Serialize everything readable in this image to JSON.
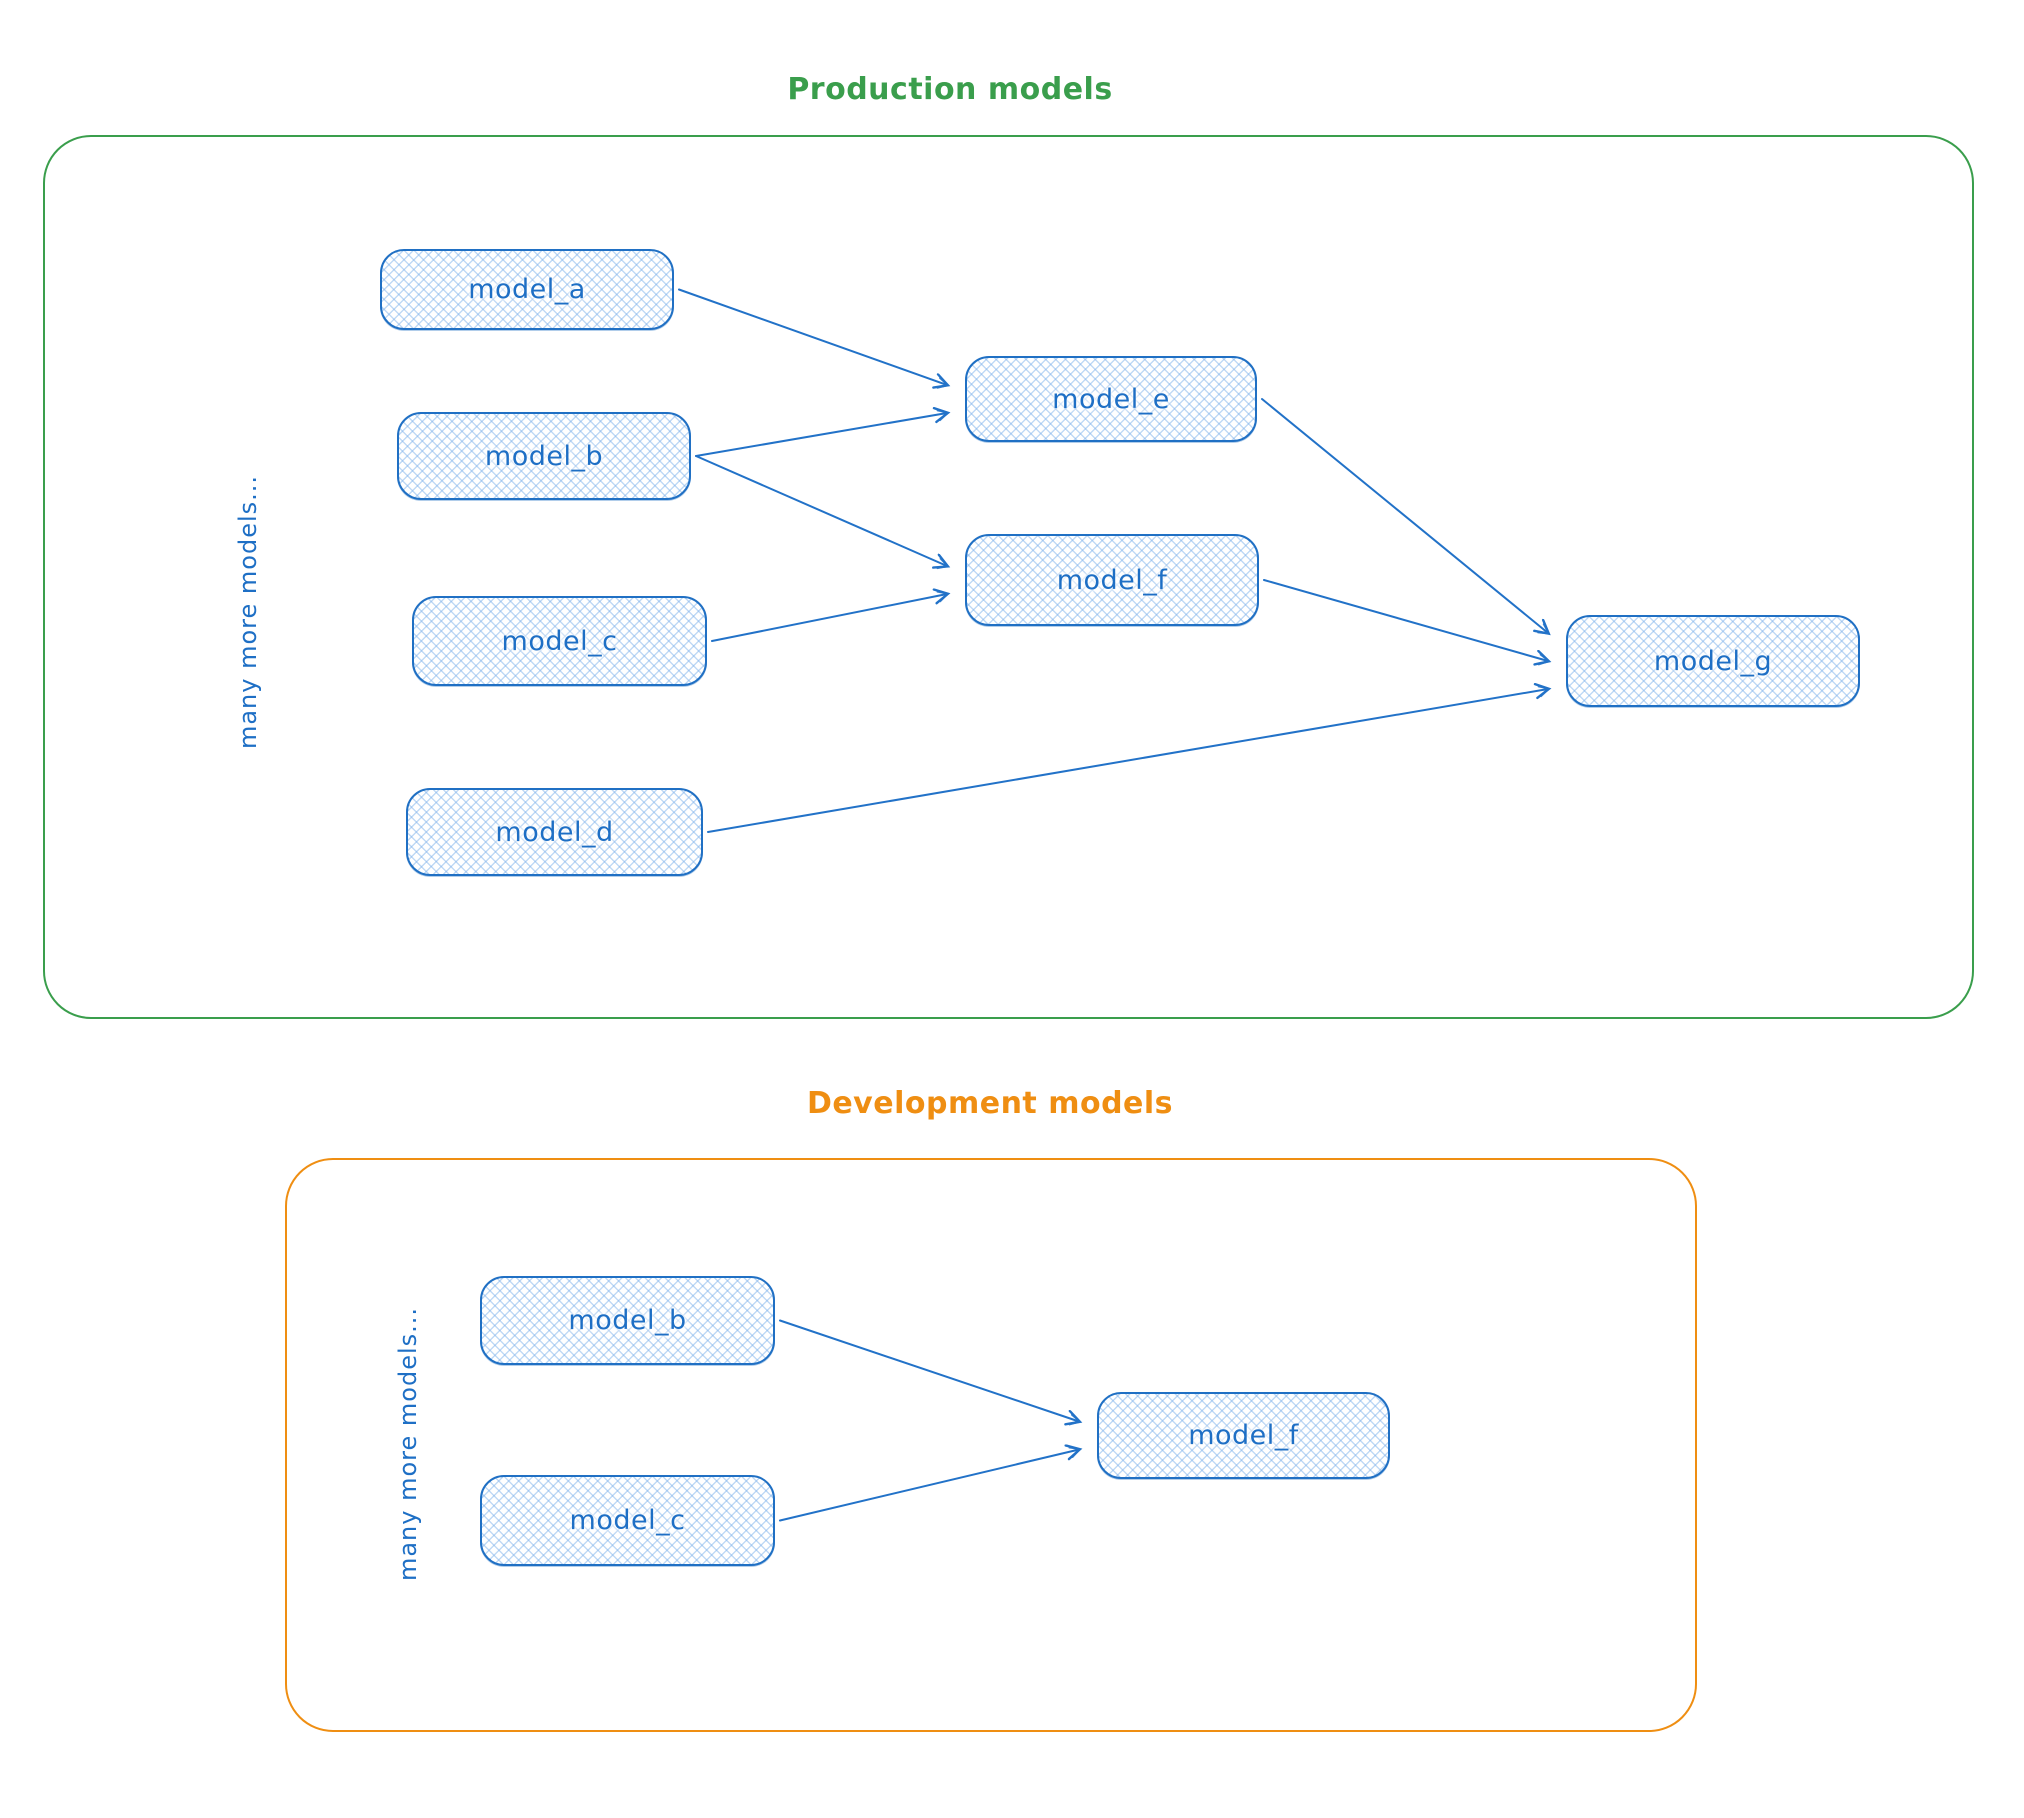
{
  "diagram": {
    "sections": [
      {
        "id": "production",
        "title": "Production models",
        "side_label": "many more models...",
        "accent_color": "#3a9e4c",
        "nodes": [
          {
            "id": "prod_a",
            "label": "model_a"
          },
          {
            "id": "prod_b",
            "label": "model_b"
          },
          {
            "id": "prod_c",
            "label": "model_c"
          },
          {
            "id": "prod_d",
            "label": "model_d"
          },
          {
            "id": "prod_e",
            "label": "model_e"
          },
          {
            "id": "prod_f",
            "label": "model_f"
          },
          {
            "id": "prod_g",
            "label": "model_g"
          }
        ],
        "edges": [
          {
            "from": "prod_a",
            "to": "prod_e"
          },
          {
            "from": "prod_b",
            "to": "prod_e"
          },
          {
            "from": "prod_b",
            "to": "prod_f"
          },
          {
            "from": "prod_c",
            "to": "prod_f"
          },
          {
            "from": "prod_e",
            "to": "prod_g"
          },
          {
            "from": "prod_f",
            "to": "prod_g"
          },
          {
            "from": "prod_d",
            "to": "prod_g"
          }
        ]
      },
      {
        "id": "development",
        "title": "Development models",
        "side_label": "many more models...",
        "accent_color": "#ef8e12",
        "nodes": [
          {
            "id": "dev_b",
            "label": "model_b"
          },
          {
            "id": "dev_c",
            "label": "model_c"
          },
          {
            "id": "dev_f",
            "label": "model_f"
          }
        ],
        "edges": [
          {
            "from": "dev_b",
            "to": "dev_f"
          },
          {
            "from": "dev_c",
            "to": "dev_f"
          }
        ]
      }
    ],
    "colors": {
      "node_stroke": "#2070c4",
      "node_fill_hatch": "#82b4eb",
      "node_text": "#1e6fc5",
      "arrow": "#2272c8",
      "production_accent": "#3a9e4c",
      "development_accent": "#ef8e12"
    }
  }
}
